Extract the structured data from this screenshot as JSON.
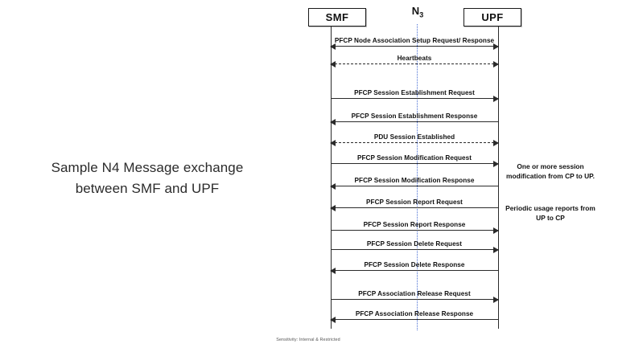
{
  "slide": {
    "caption_line1": "Sample N4 Message exchange",
    "caption_line2": "between SMF and UPF",
    "footer": "Sensitivity: Internal & Restricted"
  },
  "diagram": {
    "type": "sequence-diagram",
    "actors": [
      {
        "id": "smf",
        "label": "SMF"
      },
      {
        "id": "upf",
        "label": "UPF"
      }
    ],
    "reference_point": {
      "label": "N",
      "subscript": "3",
      "line_style": "dotted",
      "color": "#4a6fd4"
    },
    "messages": [
      {
        "label": "PFCP Node Association Setup Request/ Response",
        "direction": "both",
        "style": "solid"
      },
      {
        "label": "Heartbeats",
        "direction": "both",
        "style": "dashed"
      },
      {
        "label": "PFCP Session Establishment Request",
        "direction": "right",
        "style": "solid"
      },
      {
        "label": "PFCP Session Establishment Response",
        "direction": "left",
        "style": "solid"
      },
      {
        "label": "PDU Session Established",
        "direction": "both",
        "style": "dashed"
      },
      {
        "label": "PFCP Session Modification Request",
        "direction": "right",
        "style": "solid"
      },
      {
        "label": "PFCP Session Modification Response",
        "direction": "left",
        "style": "solid"
      },
      {
        "label": "PFCP Session Report Request",
        "direction": "left",
        "style": "solid"
      },
      {
        "label": "PFCP Session Report Response",
        "direction": "right",
        "style": "solid"
      },
      {
        "label": "PFCP Session Delete Request",
        "direction": "right",
        "style": "solid"
      },
      {
        "label": "PFCP Session Delete Response",
        "direction": "left",
        "style": "solid"
      },
      {
        "label": "PFCP Association Release Request",
        "direction": "right",
        "style": "solid"
      },
      {
        "label": "PFCP Association Release Response",
        "direction": "left",
        "style": "solid"
      }
    ],
    "notes": [
      {
        "id": "modification",
        "line1": "One or more session",
        "line2": "modification from CP to UP."
      },
      {
        "id": "usage",
        "line1": "Periodic usage reports from",
        "line2": "UP to CP"
      }
    ]
  }
}
